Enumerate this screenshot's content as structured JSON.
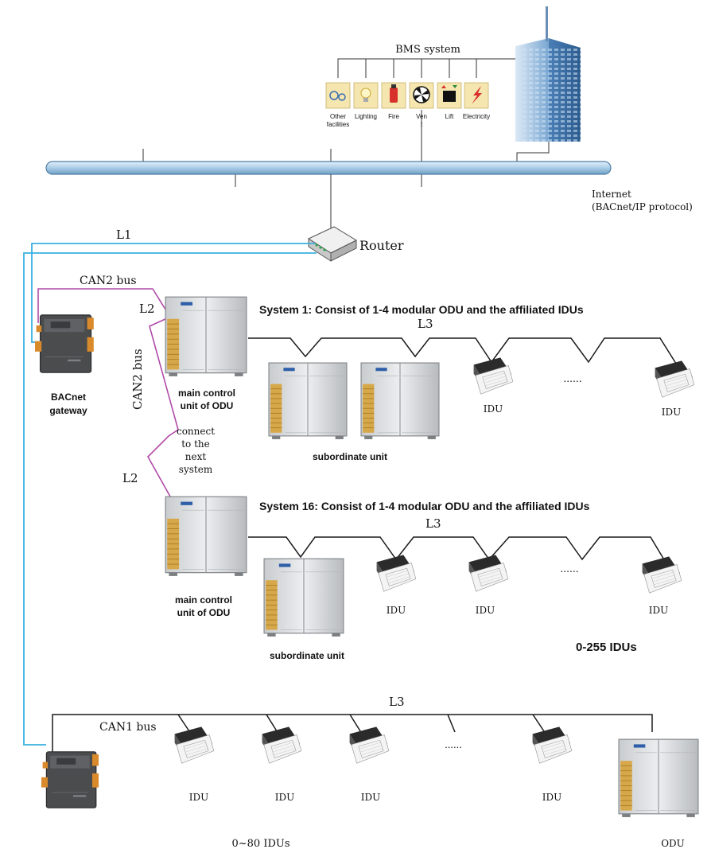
{
  "bms": {
    "title": "BMS system",
    "facilities": [
      {
        "icon": "other-facilities-icon",
        "line1": "Other",
        "line2": "facilities"
      },
      {
        "icon": "lighting-icon",
        "line1": "Lighting",
        "line2": ""
      },
      {
        "icon": "fire-icon",
        "line1": "Fire",
        "line2": ""
      },
      {
        "icon": "vent-icon",
        "line1": "Ven",
        "line2": "t"
      },
      {
        "icon": "lift-icon",
        "line1": "Lift",
        "line2": ""
      },
      {
        "icon": "electricity-icon",
        "line1": "Electricity",
        "line2": ""
      }
    ]
  },
  "network": {
    "internet_line1": "Internet",
    "internet_line2": "(BACnet/IP protocol)",
    "router": "Router"
  },
  "links": {
    "l1": "L1",
    "l2": "L2",
    "l3": "L3",
    "can2_bus": "CAN2 bus",
    "can1_bus": "CAN1 bus",
    "connect_next": [
      "connect",
      "to the",
      "next",
      "system"
    ]
  },
  "gateway": {
    "line1": "BACnet",
    "line2": "gateway"
  },
  "system1": {
    "title": "System 1:  Consist of 1-4 modular ODU and the affiliated IDUs",
    "main_line1": "main control",
    "main_line2": "unit of ODU",
    "subordinate": "subordinate unit",
    "idu": "IDU",
    "ellipsis": "......"
  },
  "system16": {
    "title": "System 16:  Consist of 1-4 modular ODU and the affiliated IDUs",
    "main_line1": "main control",
    "main_line2": "unit of ODU",
    "subordinate": "subordinate unit",
    "idu": "IDU",
    "ellipsis": "......",
    "count": "0-255 IDUs"
  },
  "can1_system": {
    "idu": "IDU",
    "ellipsis": "......",
    "count": "0~80 IDUs",
    "odu": "ODU"
  },
  "colors": {
    "cyan_line": "#3ab0df",
    "magenta_line": "#b04aa8",
    "black_line": "#1a1a1a",
    "pipe": "#a9cde6",
    "building": "#4f83b5"
  }
}
